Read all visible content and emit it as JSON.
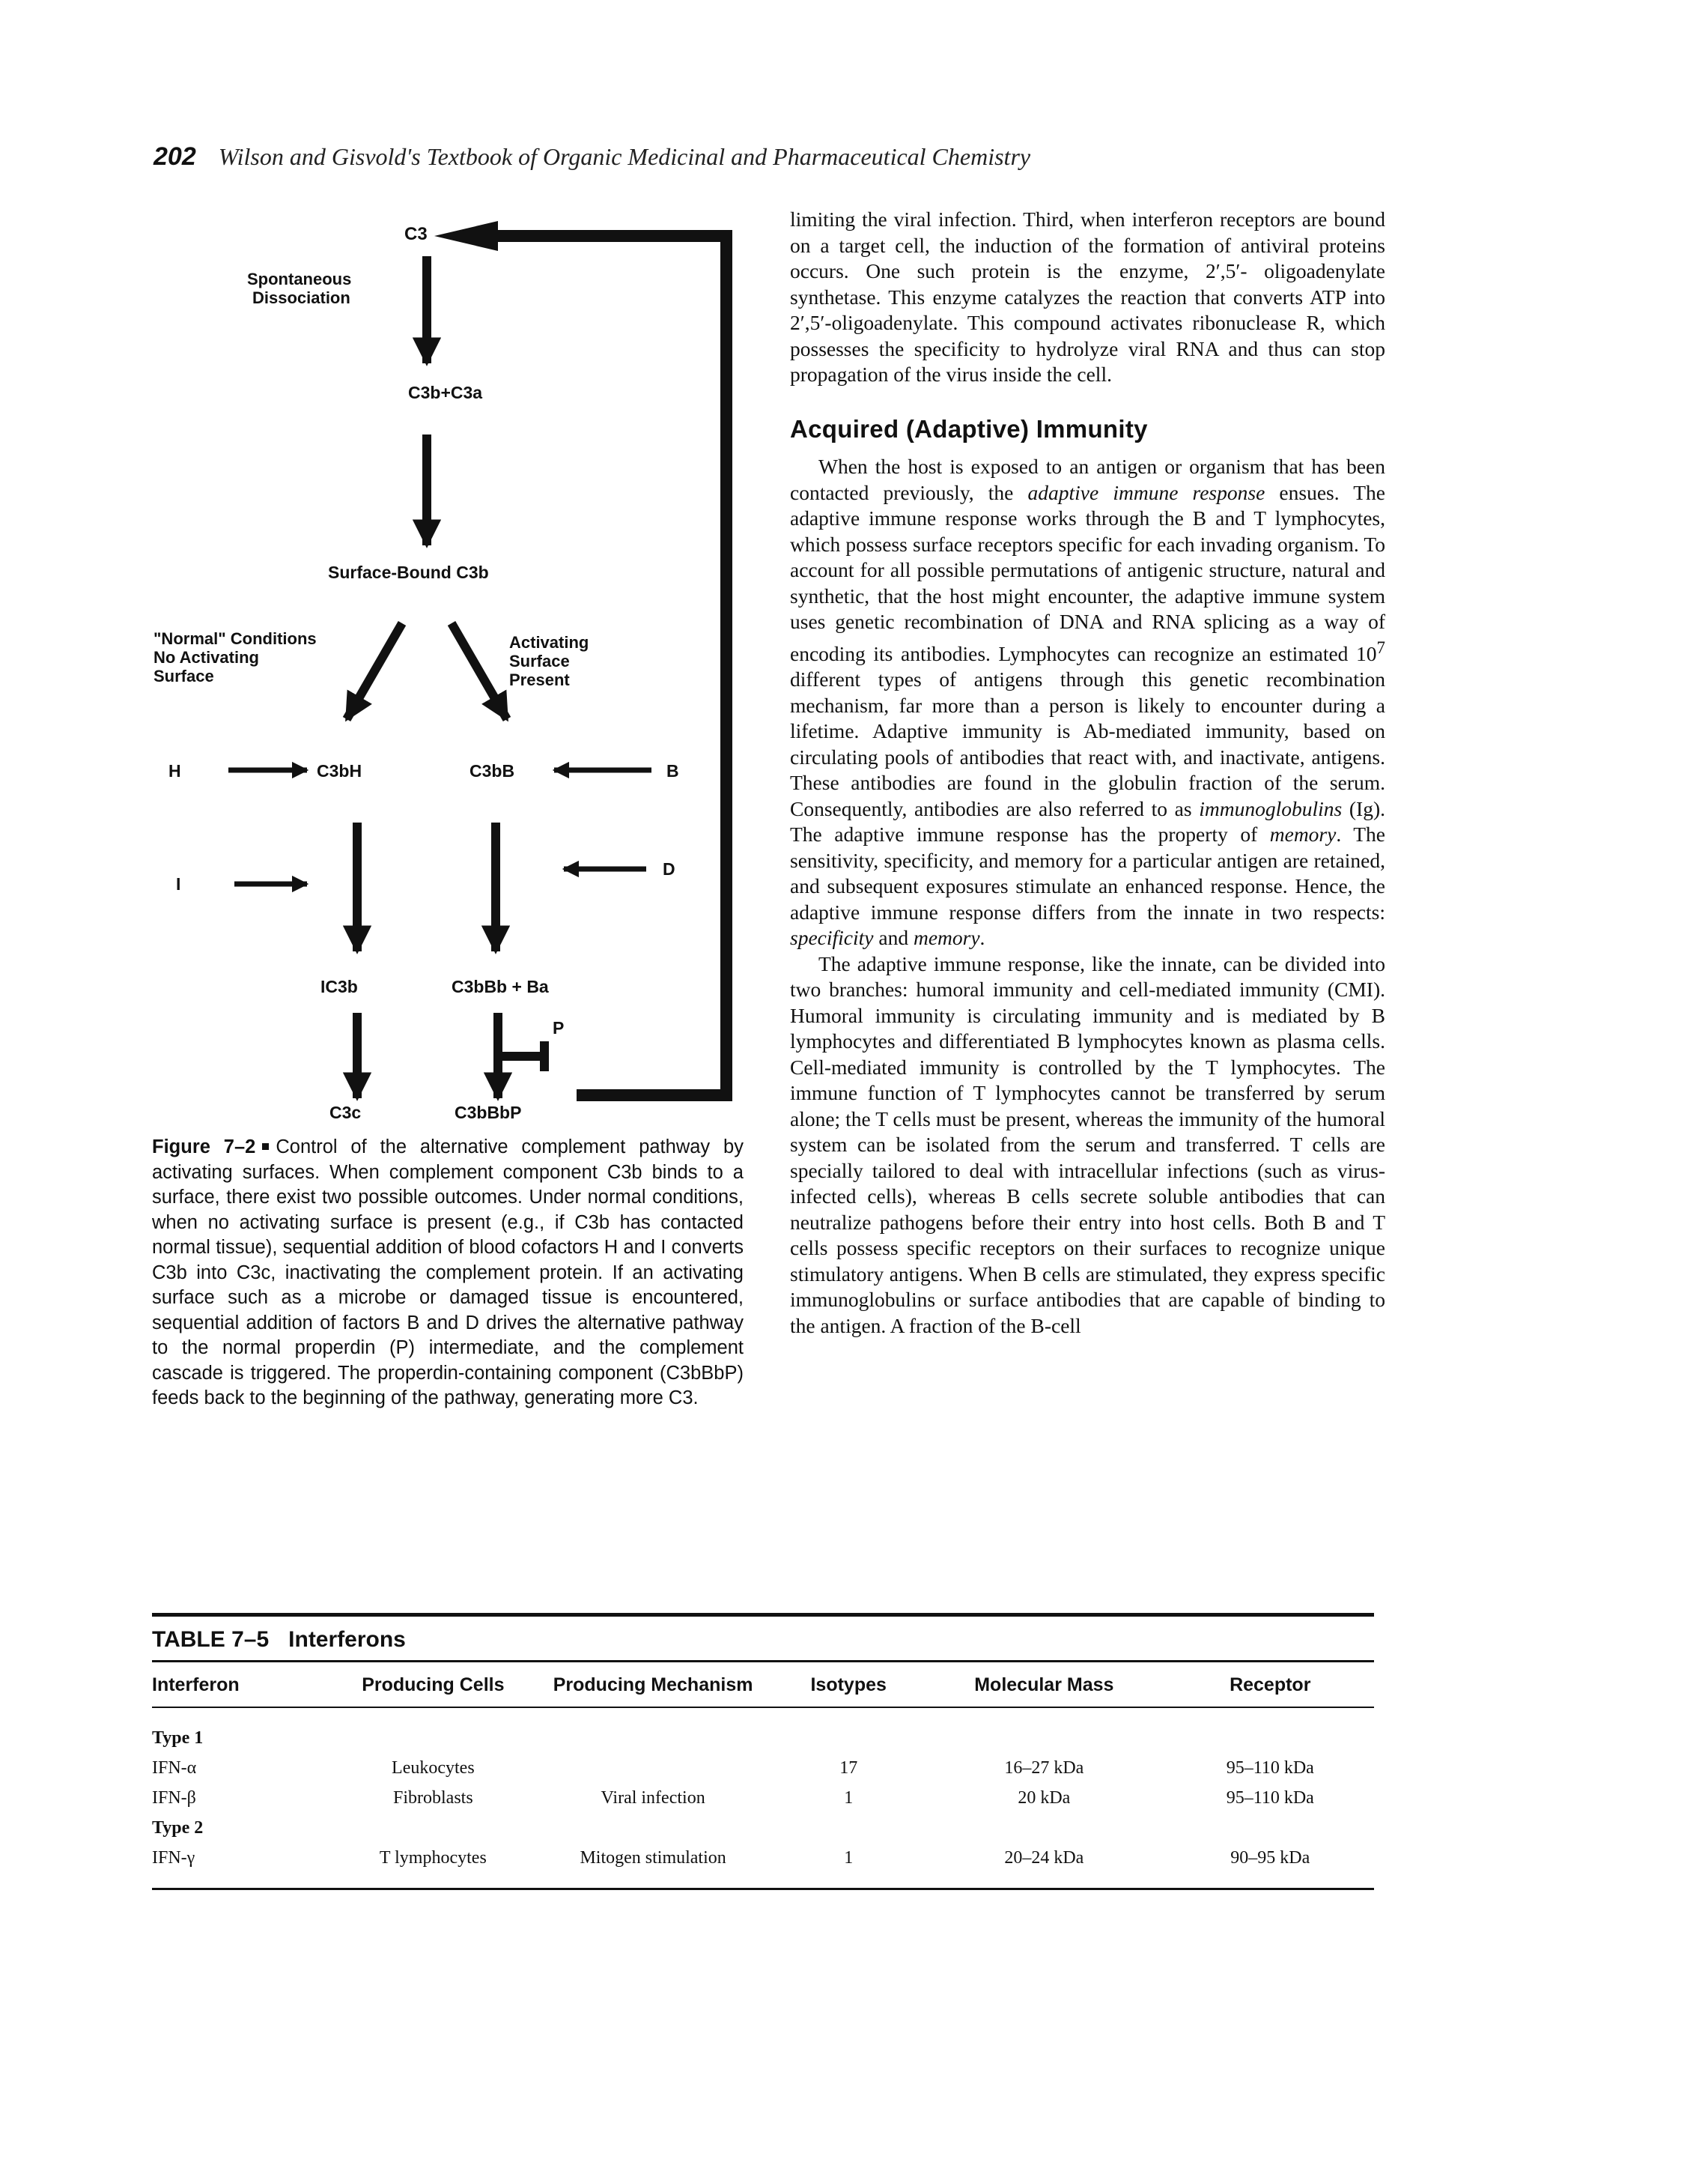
{
  "header": {
    "page_number": "202",
    "running_title": "Wilson and Gisvold's Textbook of Organic Medicinal and Pharmaceutical Chemistry"
  },
  "figure": {
    "labels": {
      "c3": "C3",
      "spontaneous": "Spontaneous",
      "dissociation": "Dissociation",
      "c3b_c3a": "C3b+C3a",
      "surface_bound": "Surface-Bound C3b",
      "normal_l1": "\"Normal\" Conditions",
      "normal_l2": "No Activating",
      "normal_l3": "Surface",
      "activating_l1": "Activating",
      "activating_l2": "Surface",
      "activating_l3": "Present",
      "h": "H",
      "c3bh": "C3bH",
      "c3bb": "C3bB",
      "b": "B",
      "i": "I",
      "d": "D",
      "ic3b": "IC3b",
      "c3bbb_ba": "C3bBb + Ba",
      "p": "P",
      "c3c": "C3c",
      "c3bbbp": "C3bBbP"
    },
    "caption_label": "Figure 7–2",
    "caption_text": "Control of the alternative complement pathway by activating surfaces. When complement component C3b binds to a surface, there exist two possible outcomes. Under normal conditions, when no activating surface is present (e.g., if C3b has contacted normal tissue), sequential addition of blood cofactors H and I converts C3b into C3c, inactivating the complement protein. If an activating surface such as a microbe or damaged tissue is encountered, sequential addition of factors B and D drives the alternative pathway to the normal properdin (P) intermediate, and the complement cascade is triggered. The properdin-containing component (C3bBbP) feeds back to the beginning of the pathway, generating more C3."
  },
  "right_column": {
    "para1": "limiting the viral infection. Third, when interferon receptors are bound on a target cell, the induction of the formation of antiviral proteins occurs. One such protein is the enzyme, 2′,5′- oligoadenylate synthetase. This enzyme catalyzes the reaction that converts ATP into 2′,5′-oligoadenylate. This compound activates ribonuclease R, which possesses the specificity to hydrolyze viral RNA and thus can stop propagation of the virus inside the cell.",
    "heading": "Acquired (Adaptive) Immunity",
    "p2_a": "When the host is exposed to an antigen or organism that has been contacted previously, the ",
    "p2_em1": "adaptive immune response",
    "p2_b": " ensues. The adaptive immune response works through the B and T lymphocytes, which possess surface receptors specific for each invading organism. To account for all possible permutations of antigenic structure, natural and synthetic, that the host might encounter, the adaptive immune system uses genetic recombination of DNA and RNA splicing as a way of encoding its antibodies. Lymphocytes can recognize an estimated 10",
    "p2_sup": "7",
    "p2_c": " different types of antigens through this genetic recombination mechanism, far more than a person is likely to encounter during a lifetime. Adaptive immunity is Ab-mediated immunity, based on circulating pools of antibodies that react with, and inactivate, antigens. These antibodies are found in the globulin fraction of the serum. Consequently, antibodies are also referred to as ",
    "p2_em2": "immunoglobulins",
    "p2_d": " (Ig). The adaptive immune response has the property of ",
    "p2_em3": "memory",
    "p2_e": ". The sensitivity, specificity, and memory for a particular antigen are retained, and subsequent exposures stimulate an enhanced response. Hence, the adaptive immune response differs from the innate in two respects: ",
    "p2_em4": "specificity",
    "p2_f": " and ",
    "p2_em5": "memory",
    "p2_g": ".",
    "para3": "The adaptive immune response, like the innate, can be divided into two branches: humoral immunity and cell-mediated immunity (CMI). Humoral immunity is circulating immunity and is mediated by B lymphocytes and differentiated B lymphocytes known as plasma cells. Cell-mediated immunity is controlled by the T lymphocytes. The immune function of T lymphocytes cannot be transferred by serum alone; the T cells must be present, whereas the immunity of the humoral system can be isolated from the serum and transferred. T cells are specially tailored to deal with intracellular infections (such as virus-infected cells), whereas B cells secrete soluble antibodies that can neutralize pathogens before their entry into host cells. Both B and T cells possess specific receptors on their surfaces to recognize unique stimulatory antigens. When B cells are stimulated, they express specific immunoglobulins or surface antibodies that are capable of binding to the antigen. A fraction of the B-cell"
  },
  "table": {
    "number": "TABLE 7–5",
    "title": "Interferons",
    "headers": [
      "Interferon",
      "Producing Cells",
      "Producing Mechanism",
      "Isotypes",
      "Molecular Mass",
      "Receptor"
    ],
    "group1": "Type 1",
    "row1": [
      "IFN-α",
      "Leukocytes",
      "",
      "17",
      "16–27 kDa",
      "95–110 kDa"
    ],
    "row2": [
      "IFN-β",
      "Fibroblasts",
      "Viral infection",
      "1",
      "20 kDa",
      "95–110 kDa"
    ],
    "group2": "Type 2",
    "row3": [
      "IFN-γ",
      "T lymphocytes",
      "Mitogen stimulation",
      "1",
      "20–24 kDa",
      "90–95 kDa"
    ]
  }
}
